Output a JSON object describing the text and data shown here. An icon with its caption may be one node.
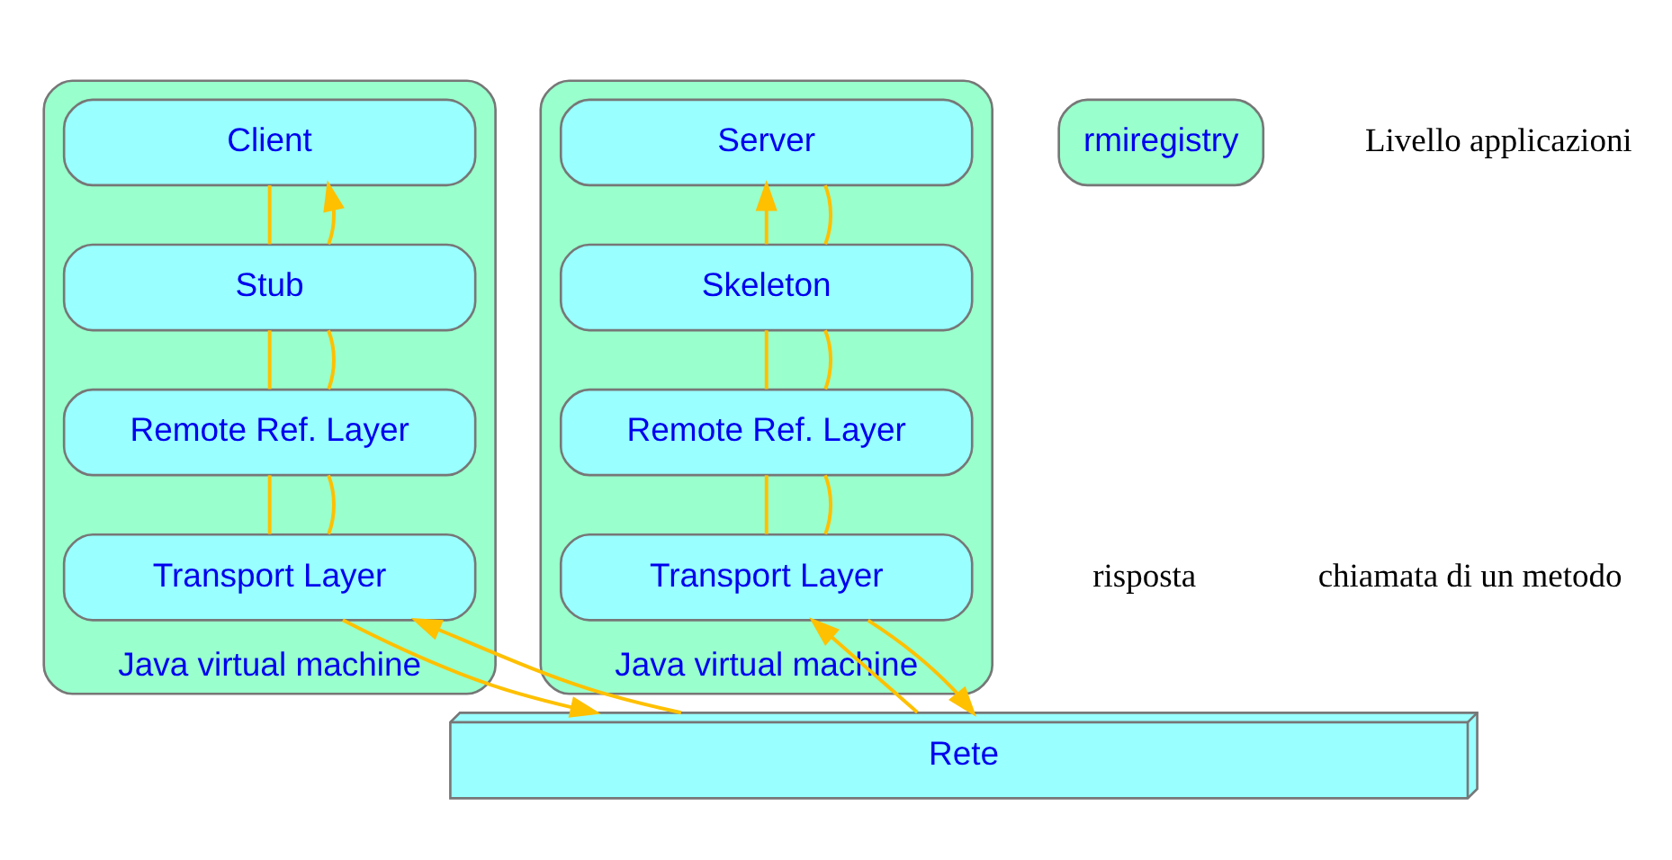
{
  "diagram": {
    "nodes": [
      {
        "text": [
          "Java virtual machine"
        ]
      },
      {
        "text": [
          "Client"
        ],
        "in": 0
      },
      {
        "text": [
          "Stub"
        ],
        "in": 0
      },
      {
        "text": [
          "Remote Ref. Layer"
        ],
        "in": 0
      },
      {
        "text": [
          "Transport Layer"
        ],
        "in": 0
      },
      {
        "text": [
          "Java virtual machine"
        ]
      },
      {
        "text": [
          "Server"
        ],
        "in": 5
      },
      {
        "text": [
          "Skeleton"
        ],
        "in": 5
      },
      {
        "text": [
          "Remote Ref. Layer"
        ],
        "in": 5
      },
      {
        "text": [
          "Transport Layer"
        ],
        "in": 5
      },
      {
        "text": [
          "rmiregistry"
        ]
      },
      {
        "text": [
          "Rete"
        ]
      }
    ],
    "edges": [
      {
        "from": 1,
        "to": 2,
        "arrow": "none"
      },
      {
        "from": 2,
        "to": 3,
        "arrow": "none"
      },
      {
        "from": 3,
        "to": 4,
        "arrow": "none"
      },
      {
        "from": 4,
        "to": 11,
        "arrow": "to"
      },
      {
        "from": 11,
        "to": 9,
        "arrow": "to"
      },
      {
        "from": 9,
        "to": 8,
        "arrow": "none"
      },
      {
        "from": 8,
        "to": 7,
        "arrow": "none"
      },
      {
        "from": 7,
        "to": 6,
        "arrow": "to"
      },
      {
        "from": 6,
        "to": 7,
        "arrow": "none"
      },
      {
        "from": 7,
        "to": 8,
        "arrow": "none"
      },
      {
        "from": 8,
        "to": 9,
        "arrow": "none"
      },
      {
        "from": 9,
        "to": 11,
        "arrow": "to"
      },
      {
        "from": 11,
        "to": 4,
        "arrow": "to"
      },
      {
        "from": 4,
        "to": 3,
        "arrow": "none"
      },
      {
        "from": 3,
        "to": 2,
        "arrow": "none"
      },
      {
        "from": 2,
        "to": 1,
        "arrow": "to"
      }
    ],
    "labels": [
      "Livello applicazioni",
      "risposta",
      "chiamata di un metodo"
    ]
  }
}
